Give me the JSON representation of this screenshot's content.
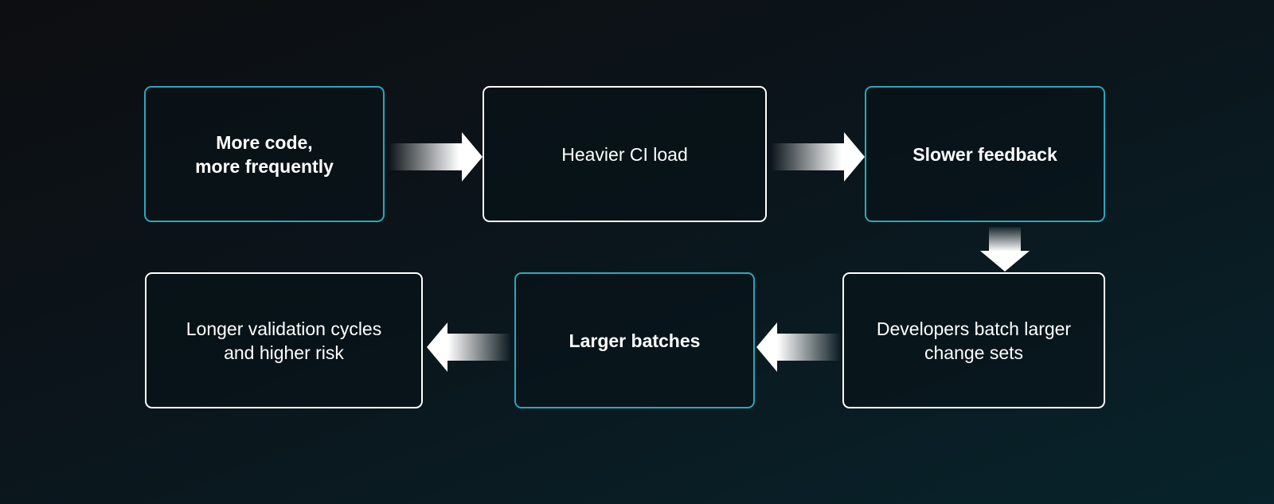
{
  "diagram": {
    "type": "flow",
    "title": "",
    "nodes": [
      {
        "id": "b1",
        "label": "More code,\nmore frequently",
        "emphasis": true
      },
      {
        "id": "b2",
        "label": "Heavier CI load",
        "emphasis": false
      },
      {
        "id": "b3",
        "label": "Slower feedback",
        "emphasis": true
      },
      {
        "id": "b4",
        "label": "Developers batch larger\nchange sets",
        "emphasis": false
      },
      {
        "id": "b5",
        "label": "Larger batches",
        "emphasis": true
      },
      {
        "id": "b6",
        "label": "Longer validation cycles\nand higher risk",
        "emphasis": false
      }
    ],
    "edges": [
      {
        "from": "b1",
        "to": "b2",
        "direction": "right"
      },
      {
        "from": "b2",
        "to": "b3",
        "direction": "right"
      },
      {
        "from": "b3",
        "to": "b4",
        "direction": "down"
      },
      {
        "from": "b4",
        "to": "b5",
        "direction": "left"
      },
      {
        "from": "b5",
        "to": "b6",
        "direction": "left"
      }
    ]
  },
  "colors": {
    "accent_border": "#2aa7bd",
    "default_border": "#ffffff",
    "text": "#ffffff",
    "arrow": "#ffffff"
  }
}
